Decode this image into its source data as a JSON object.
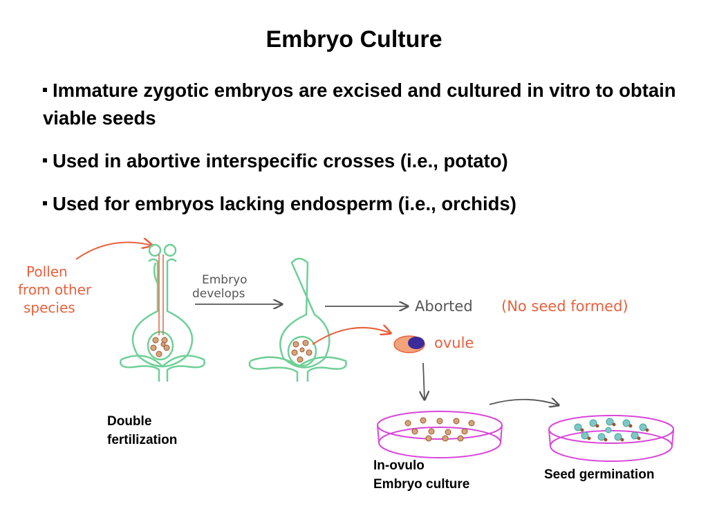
{
  "slide": {
    "title": "Embryo Culture",
    "bullets": [
      "Immature zygotic embryos are excised and cultured in vitro to  obtain viable seeds",
      "Used in abortive interspecific crosses (i.e., potato)",
      "Used for embryos lacking endosperm (i.e., orchids)"
    ]
  },
  "diagram": {
    "handwritten": {
      "pollen_line1": "Pollen",
      "pollen_line2": "from other",
      "pollen_line3": "species",
      "embryo_develops_line1": "Embryo",
      "embryo_develops_line2": "develops",
      "aborted": "Aborted",
      "no_seed": "(No seed formed)",
      "ovule": "ovule"
    },
    "captions": {
      "double_line1": "Double",
      "double_line2": "fertilization",
      "inovulo_line1": "In-ovulo",
      "inovulo_line2": "Embryo culture",
      "seed_germination": "Seed germination"
    },
    "colors": {
      "flower": "#6fcf97",
      "pollen": "#e8603c",
      "arrow": "#555555",
      "dish": "#d946d9",
      "ovule_inner": "#3a2a9a",
      "seed": "#a0522d",
      "seedling": "#4aa3a3"
    }
  }
}
